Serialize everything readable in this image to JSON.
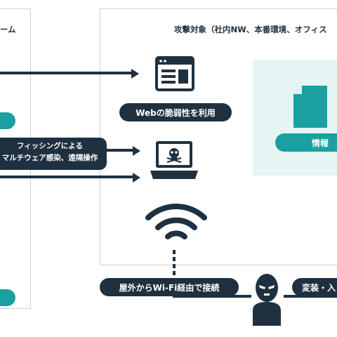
{
  "left_panel": {
    "title_fragment": "ーム"
  },
  "right_panel": {
    "title": "攻撃対象（社内NW、本番環境、オフィス"
  },
  "labels": {
    "web_vuln": "Webの脆弱性を利用",
    "phishing_line1": "フィッシングによる",
    "phishing_line2": "マルチウェア感染、遠隔操作",
    "wifi": "屋外からWi-Fi経由で接続",
    "tamper": "変装・入",
    "info": "情報"
  },
  "icons": [
    "browser-window-icon",
    "laptop-skull-icon",
    "wifi-icon",
    "document-icon",
    "hacker-icon"
  ],
  "colors": {
    "navy": "#1f3140",
    "teal": "#1aa0a0",
    "light_teal": "#e6f4f4",
    "border": "#c9d1d6"
  }
}
